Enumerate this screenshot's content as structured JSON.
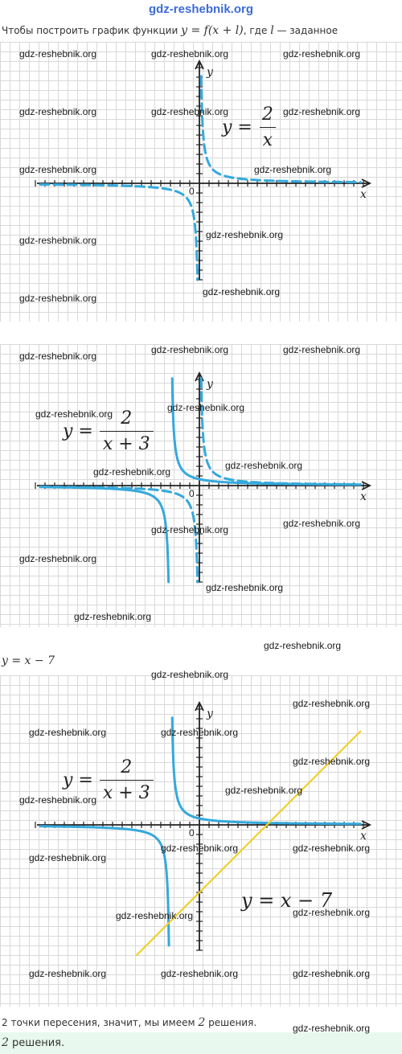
{
  "site_header": "gdz-reshebnik.org",
  "intro": {
    "prefix": "Чтобы построить график функции ",
    "formula": "y = f(x + l)",
    "middle": ", где ",
    "var": "l",
    "suffix": " — заданное"
  },
  "line_label": "y = x − 7",
  "conclusion": {
    "prefix": "2 точки пересения, значит, мы имеем ",
    "count": "2",
    "suffix": " решения."
  },
  "answer": {
    "count": "2",
    "suffix": " решения."
  },
  "axis_labels": {
    "x": "x",
    "y": "y",
    "origin": "0"
  },
  "graph1": {
    "formula_lhs": "y =",
    "formula_num": "2",
    "formula_den": "x"
  },
  "graph2": {
    "formula_lhs": "y =",
    "formula_num": "2",
    "formula_den": "x + 3"
  },
  "graph3": {
    "formula_lhs": "y =",
    "formula_num": "2",
    "formula_den": "x + 3",
    "line_formula": "y = x − 7"
  },
  "watermark": "gdz-reshebnik.org",
  "colors": {
    "curve": "#35a9dc",
    "line": "#f0cf2e",
    "grid": "#d9d9d9",
    "header": "#3d6bd6",
    "answer_bg": "#e8f8ee"
  },
  "chart_data": [
    {
      "type": "line",
      "title": "",
      "xlabel": "x",
      "ylabel": "y",
      "xlim": [
        -17,
        17
      ],
      "ylim": [
        -10,
        12
      ],
      "grid": true,
      "series": [
        {
          "function": "2/x",
          "style": "dashed",
          "color": "#35a9dc"
        }
      ]
    },
    {
      "type": "line",
      "title": "",
      "xlabel": "x",
      "ylabel": "y",
      "xlim": [
        -17,
        17
      ],
      "ylim": [
        -10,
        11
      ],
      "grid": true,
      "series": [
        {
          "function": "2/x",
          "style": "dashed",
          "color": "#35a9dc"
        },
        {
          "function": "2/(x+3)",
          "style": "solid",
          "color": "#35a9dc"
        }
      ]
    },
    {
      "type": "line",
      "title": "",
      "xlabel": "x",
      "ylabel": "y",
      "xlim": [
        -17,
        17
      ],
      "ylim": [
        -13,
        12
      ],
      "grid": true,
      "series": [
        {
          "function": "2/(x+3)",
          "style": "solid",
          "color": "#35a9dc"
        },
        {
          "function": "x-7",
          "style": "solid",
          "color": "#f0cf2e"
        }
      ]
    }
  ]
}
